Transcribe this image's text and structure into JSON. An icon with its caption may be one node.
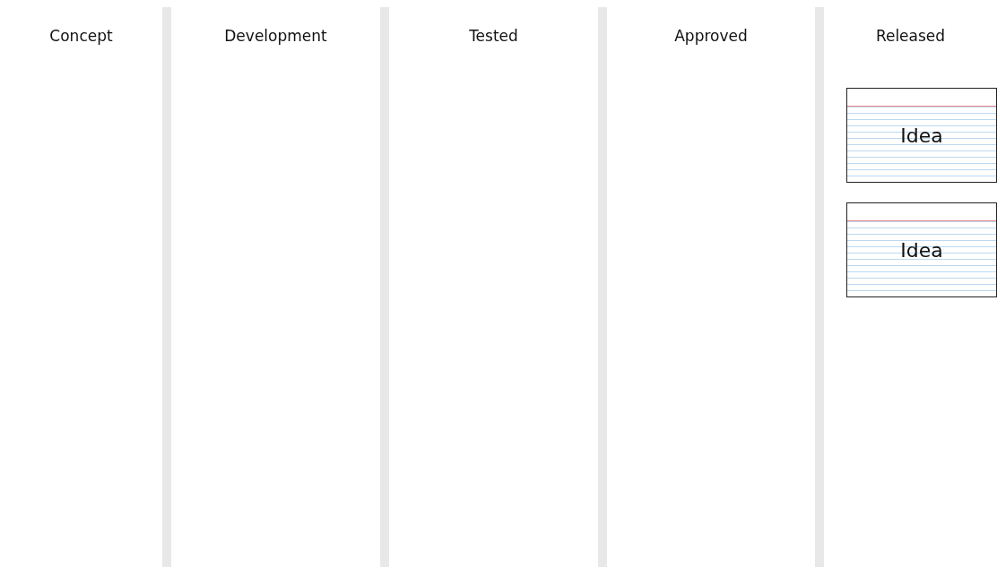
{
  "diagram": {
    "nodes": [
      {
        "text": [
          "Concept"
        ]
      },
      {
        "text": [
          "Development"
        ]
      },
      {
        "text": [
          "Tested"
        ]
      },
      {
        "text": [
          "Approved"
        ]
      },
      {
        "text": [
          "Released"
        ]
      },
      {
        "text": [
          "Idea"
        ],
        "in": 4
      },
      {
        "text": [
          "Idea"
        ],
        "in": 4
      }
    ]
  }
}
